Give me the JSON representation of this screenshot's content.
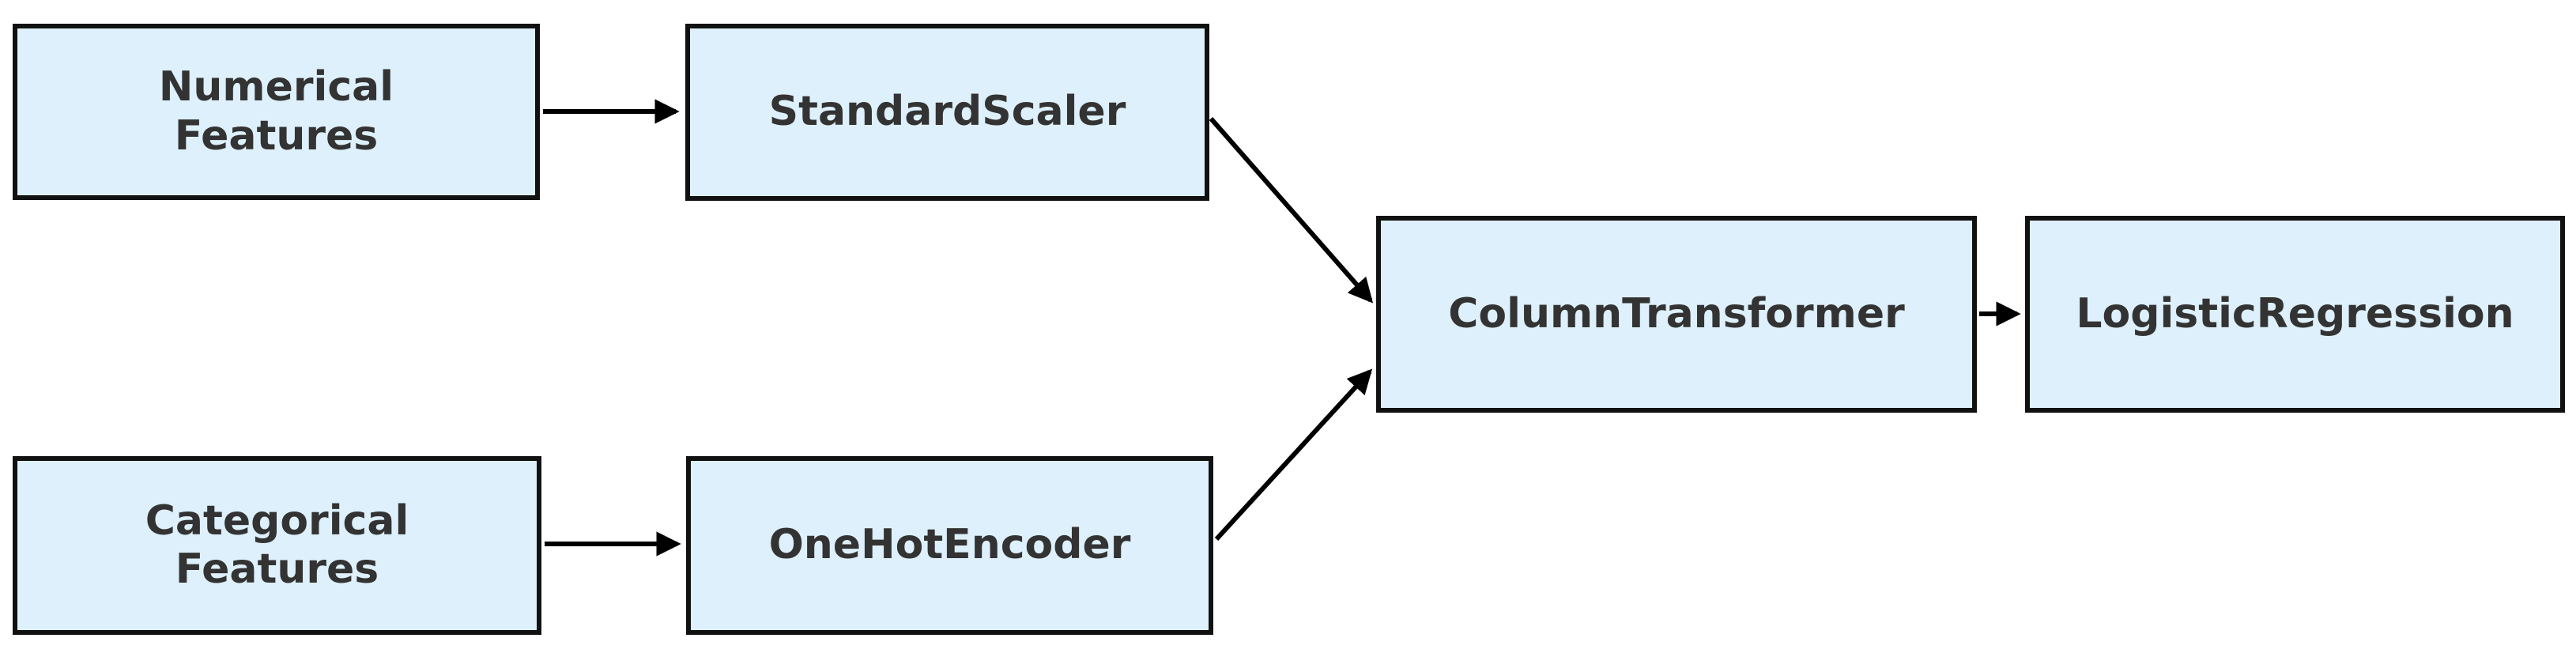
{
  "diagram": {
    "type": "pipeline-flow",
    "nodes": {
      "numerical_features": {
        "label": "Numerical\nFeatures"
      },
      "standard_scaler": {
        "label": "StandardScaler"
      },
      "categorical_features": {
        "label": "Categorical\nFeatures"
      },
      "one_hot_encoder": {
        "label": "OneHotEncoder"
      },
      "column_transformer": {
        "label": "ColumnTransformer"
      },
      "logistic_regression": {
        "label": "LogisticRegression"
      }
    },
    "edges": [
      {
        "from": "numerical_features",
        "to": "standard_scaler"
      },
      {
        "from": "categorical_features",
        "to": "one_hot_encoder"
      },
      {
        "from": "standard_scaler",
        "to": "column_transformer"
      },
      {
        "from": "one_hot_encoder",
        "to": "column_transformer"
      },
      {
        "from": "column_transformer",
        "to": "logistic_regression"
      }
    ],
    "colors": {
      "node_fill": "#ddf0fb",
      "node_border": "#111111",
      "node_text": "#333333",
      "edge": "#000000",
      "background": "#ffffff"
    }
  }
}
